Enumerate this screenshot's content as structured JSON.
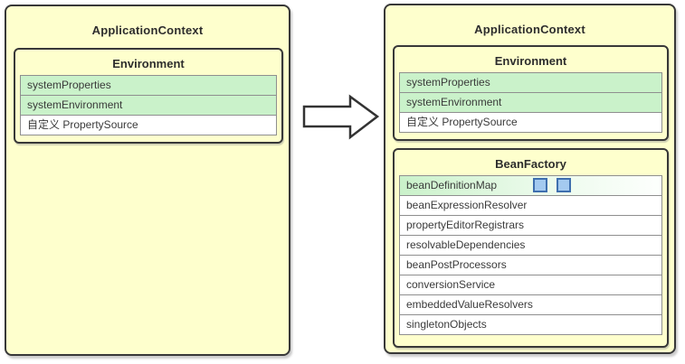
{
  "colors": {
    "panel_bg": "#feffcd",
    "border_dark": "#383838",
    "highlight_green": "#caf2ca",
    "row_bg": "#ffffff",
    "square_fill": "#a4caf0",
    "square_border": "#3f6fae"
  },
  "left_panel": {
    "title": "ApplicationContext",
    "environment": {
      "title": "Environment",
      "rows": [
        {
          "label": "systemProperties",
          "highlight": true
        },
        {
          "label": "systemEnvironment",
          "highlight": true
        },
        {
          "label": "自定义 PropertySource",
          "highlight": false
        }
      ]
    }
  },
  "arrow": {
    "direction": "right"
  },
  "right_panel": {
    "title": "ApplicationContext",
    "environment": {
      "title": "Environment",
      "rows": [
        {
          "label": "systemProperties",
          "highlight": true
        },
        {
          "label": "systemEnvironment",
          "highlight": true
        },
        {
          "label": "自定义 PropertySource",
          "highlight": false
        }
      ]
    },
    "bean_factory": {
      "title": "BeanFactory",
      "rows": [
        {
          "label": "beanDefinitionMap",
          "highlight": true,
          "squares": 2
        },
        {
          "label": "beanExpressionResolver",
          "highlight": false
        },
        {
          "label": "propertyEditorRegistrars",
          "highlight": false
        },
        {
          "label": "resolvableDependencies",
          "highlight": false
        },
        {
          "label": "beanPostProcessors",
          "highlight": false
        },
        {
          "label": "conversionService",
          "highlight": false
        },
        {
          "label": "embeddedValueResolvers",
          "highlight": false
        },
        {
          "label": "singletonObjects",
          "highlight": false
        }
      ]
    }
  }
}
